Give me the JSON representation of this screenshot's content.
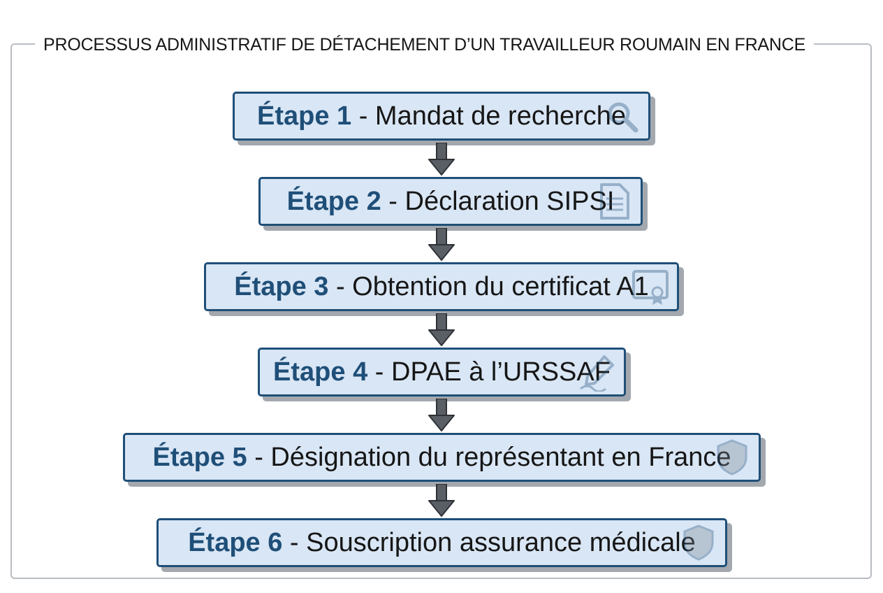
{
  "title": "PROCESSUS ADMINISTRATIF DE DÉTACHEMENT D’UN TRAVAILLEUR ROUMAIN EN FRANCE",
  "steps": [
    {
      "label": "Étape 1",
      "sep": " - ",
      "text": "Mandat de recherche",
      "icon": "magnifier-icon"
    },
    {
      "label": "Étape 2",
      "sep": " - ",
      "text": "Déclaration SIPSI",
      "icon": "document-icon"
    },
    {
      "label": "Étape 3",
      "sep": " - ",
      "text": "Obtention du certificat A1",
      "icon": "certificate-icon"
    },
    {
      "label": "Étape 4",
      "sep": " - ",
      "text": "DPAE à l’URSSAF",
      "icon": "pen-signature-icon"
    },
    {
      "label": "Étape 5",
      "sep": " - ",
      "text": "Désignation du représentant en France",
      "icon": "shield-icon"
    },
    {
      "label": "Étape 6",
      "sep": " - ",
      "text": "Souscription assurance médicale",
      "icon": "shield-icon"
    }
  ],
  "colors": {
    "box_fill": "#d9e6f5",
    "box_border": "#1f4f78",
    "step_number": "#1f4f78",
    "arrow": "#5a5f66",
    "frame": "#b9bdc2"
  }
}
